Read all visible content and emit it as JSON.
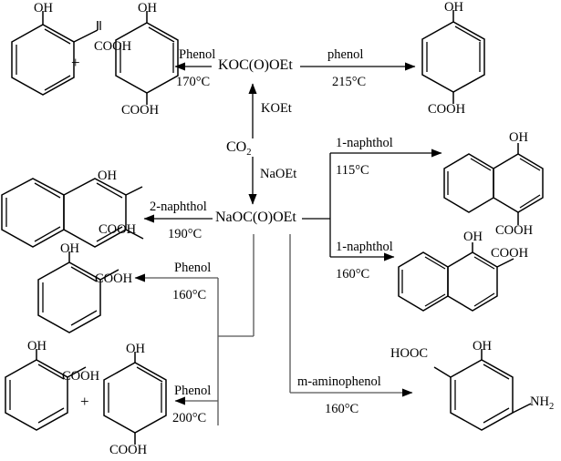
{
  "diagram": {
    "title": "Carboxylation reaction scheme of alkali metal ethyl carbonates with phenols",
    "type": "reaction-scheme"
  },
  "nodes": {
    "co2": "CO",
    "co2_sub": "2",
    "koc": "KOC(O)OEt",
    "naoc": "NaOC(O)OEt"
  },
  "arrows": {
    "co2_to_koc": {
      "reagent": "KOEt",
      "temp": ""
    },
    "co2_to_naoc": {
      "reagent": "NaOEt",
      "temp": ""
    },
    "koc_left": {
      "reagent": "Phenol",
      "temp": "170°C"
    },
    "koc_right": {
      "reagent": "phenol",
      "temp": "215°C"
    },
    "naoc_left": {
      "reagent": "2-naphthol",
      "temp": "190°C"
    },
    "naoc_r_top": {
      "reagent": "1-naphthol",
      "temp": "115°C"
    },
    "naoc_r_bot": {
      "reagent": "1-naphthol",
      "temp": "160°C"
    },
    "naoc_l_mid": {
      "reagent": "Phenol",
      "temp": "160°C"
    },
    "naoc_l_bot": {
      "reagent": "Phenol",
      "temp": "200°C"
    },
    "naoc_r_amino": {
      "reagent": "m-aminophenol",
      "temp": "160°C"
    }
  },
  "structures": {
    "salicylic_top": {
      "name": "salicylic acid",
      "oh": "OH",
      "cooh": "COOH"
    },
    "phba_top": {
      "name": "4-hydroxybenzoic acid",
      "oh": "OH",
      "cooh": "COOH"
    },
    "phba_topright": {
      "name": "4-hydroxybenzoic acid",
      "oh": "OH",
      "cooh": "COOH"
    },
    "hydroxynaphthoic_left": {
      "name": "3-hydroxy-2-naphthoic acid",
      "oh": "OH",
      "cooh": "COOH"
    },
    "naphthoic_r_top": {
      "name": "4-hydroxy-1-naphthoic acid",
      "oh": "OH",
      "cooh": "COOH"
    },
    "naphthoic_r_bot": {
      "name": "1-hydroxy-2-naphthoic acid",
      "oh": "OH",
      "cooh": "COOH"
    },
    "salicylic_mid": {
      "name": "salicylic acid",
      "oh": "OH",
      "cooh": "COOH"
    },
    "salicylic_bot": {
      "name": "salicylic acid",
      "oh": "OH",
      "cooh": "COOH"
    },
    "phba_bot": {
      "name": "4-hydroxybenzoic acid",
      "oh": "OH",
      "cooh": "COOH"
    },
    "aminosalicylic": {
      "name": "4-aminosalicylic acid",
      "oh": "OH",
      "hooc": "HOOC",
      "nh2": "NH",
      "nh2_sub": "2"
    }
  },
  "symbols": {
    "plus": "+"
  },
  "colors": {
    "ink": "#000000",
    "connector": "#555555",
    "background": "#ffffff"
  }
}
